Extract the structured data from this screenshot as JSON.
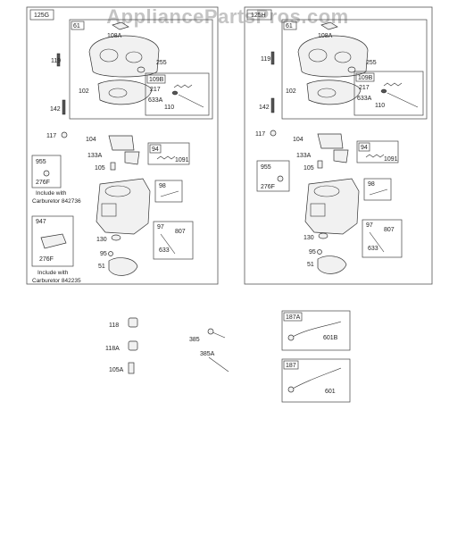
{
  "watermark": "AppliancePartsPros.com",
  "left_panel": {
    "id": "125G",
    "labels": {
      "l61": "61",
      "l108A": "108A",
      "l119": "119",
      "l255": "255",
      "l102": "102",
      "l109B": "109B",
      "l217": "217",
      "l633A": "633A",
      "l110": "110",
      "l142": "142",
      "l117": "117",
      "l104": "104",
      "l133A": "133A",
      "l105": "105",
      "l94": "94",
      "l1091": "1091",
      "l955": "955",
      "l276F": "276F",
      "l98": "98",
      "l947": "947",
      "l276F_b": "276F",
      "l97": "97",
      "l807": "807",
      "l130": "130",
      "l95": "95",
      "l633": "633",
      "l51": "51"
    },
    "note_top_1": "Include with",
    "note_top_2": "Carburetor 842736",
    "note_bottom_1": "Include with",
    "note_bottom_2": "Carburetor 842235"
  },
  "right_panel": {
    "id": "125H",
    "labels": {
      "l61": "61",
      "l108A": "108A",
      "l119": "119",
      "l255": "255",
      "l102": "102",
      "l109B": "109B",
      "l217": "217",
      "l633A": "633A",
      "l110": "110",
      "l142": "142",
      "l117": "117",
      "l104": "104",
      "l133A": "133A",
      "l105": "105",
      "l94": "94",
      "l1091": "1091",
      "l955": "955",
      "l276F": "276F",
      "l98": "98",
      "l97": "97",
      "l807": "807",
      "l130": "130",
      "l95": "95",
      "l633": "633",
      "l51": "51"
    }
  },
  "loose_parts": {
    "l118": "118",
    "l118A": "118A",
    "l105A": "105A",
    "l385": "385",
    "l385A": "385A"
  },
  "link_assemblies": {
    "upper": {
      "id": "187A",
      "part": "601B"
    },
    "lower": {
      "id": "187",
      "part": "601"
    }
  }
}
